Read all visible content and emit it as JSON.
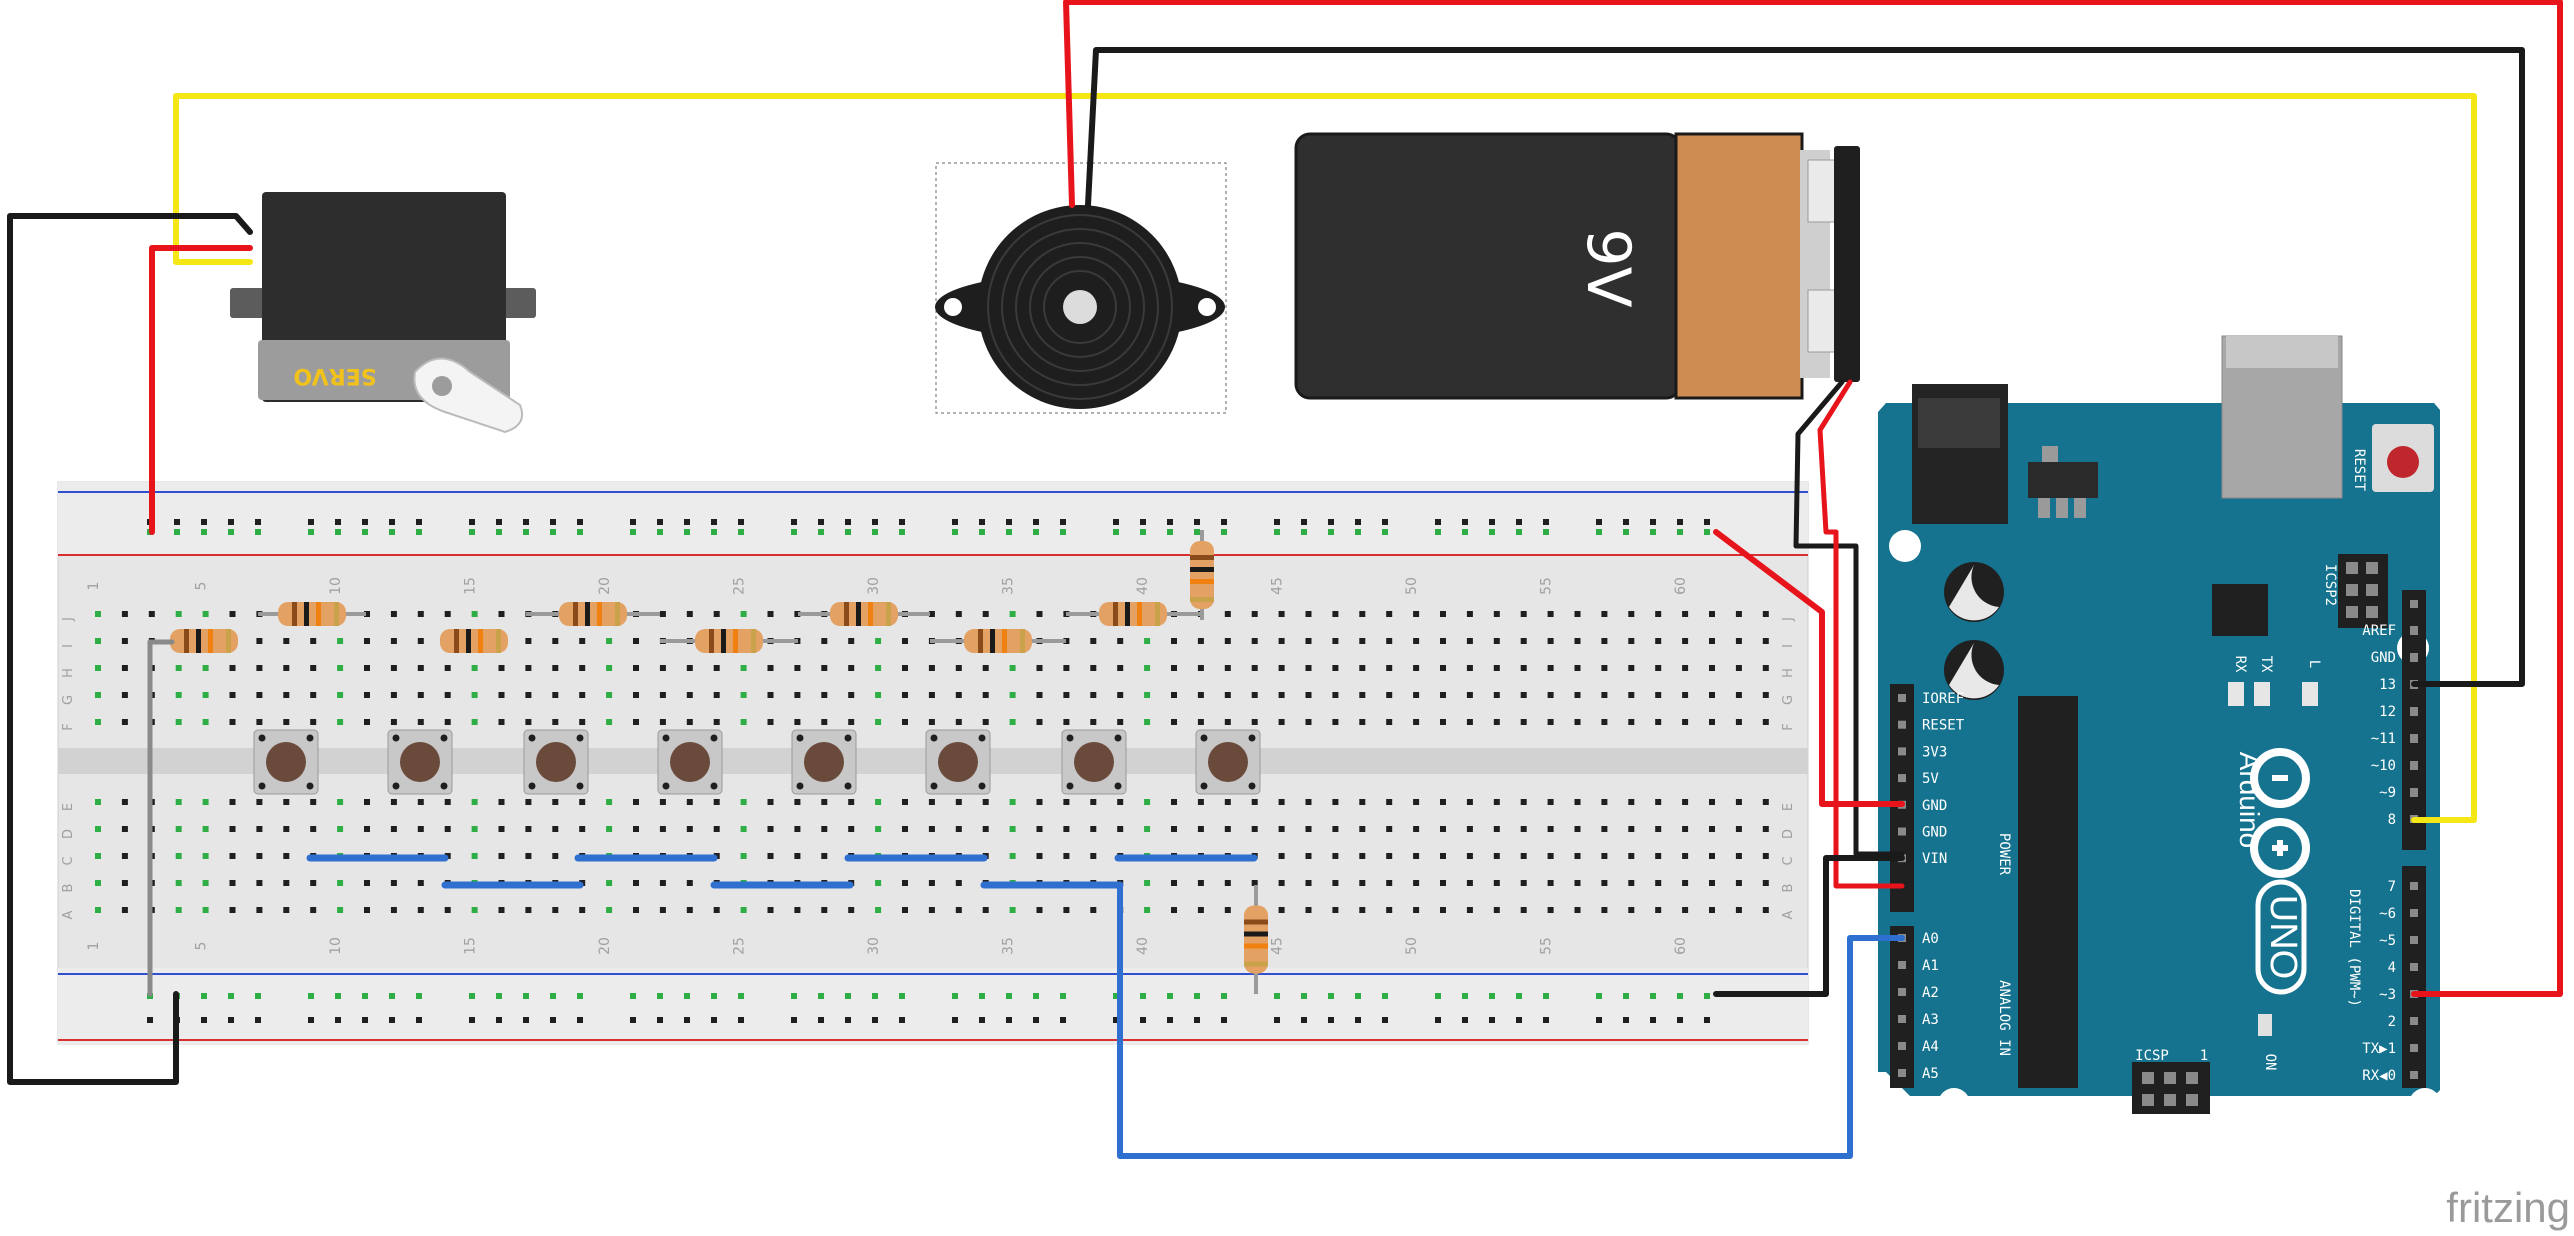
{
  "battery": {
    "label": "9V"
  },
  "servo": {
    "label": "SERVO"
  },
  "breadboard": {
    "column_numbers": [
      "1",
      "5",
      "10",
      "15",
      "20",
      "25",
      "30",
      "35",
      "40",
      "45",
      "50",
      "55",
      "60"
    ],
    "row_letters_top": [
      "J",
      "I",
      "H",
      "G",
      "F"
    ],
    "row_letters_bottom": [
      "E",
      "D",
      "C",
      "B",
      "A"
    ]
  },
  "arduino": {
    "brand": "Arduino",
    "model": "UNO",
    "reset_label": "RESET",
    "icsp2_label": "ICSP2",
    "icsp_label": "ICSP",
    "icsp_pin1": "1",
    "power_header_title": "POWER",
    "analog_header_title": "ANALOG IN",
    "digital_header_title": "DIGITAL (PWM~)",
    "power_pins": [
      "IOREF",
      "RESET",
      "3V3",
      "5V",
      "GND",
      "GND",
      "VIN"
    ],
    "analog_pins": [
      "A0",
      "A1",
      "A2",
      "A3",
      "A4",
      "A5"
    ],
    "digital_pins_upper": [
      "AREF",
      "GND",
      "13",
      "12",
      "~11",
      "~10",
      "~9",
      "8"
    ],
    "digital_pins_lower": [
      "7",
      "~6",
      "~5",
      "4",
      "~3",
      "2",
      "TX▶1",
      "RX◀0"
    ],
    "led_labels": [
      "RX",
      "TX",
      "L"
    ],
    "on_label": "ON"
  },
  "watermark": "fritzing",
  "colors": {
    "wire_red": "#e8141b",
    "wire_black": "#1a1a1a",
    "wire_yellow": "#f5e616",
    "wire_blue": "#2f6fd0",
    "wire_grey": "#8a8a8a",
    "arduino_board": "#15738f",
    "breadboard": "#e4e4e4"
  }
}
